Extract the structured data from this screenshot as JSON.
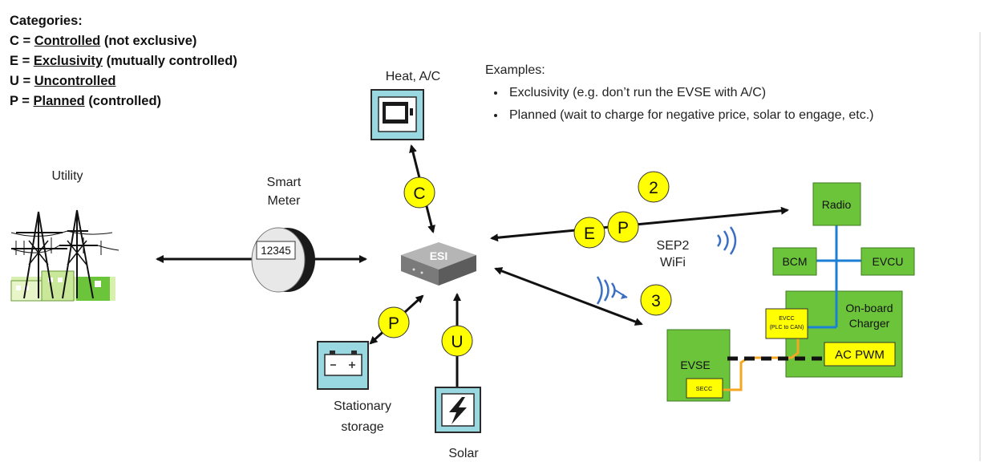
{
  "legend": {
    "title": "Categories:",
    "items": [
      {
        "letter": "C =",
        "term": "Controlled",
        "note": "(not exclusive)"
      },
      {
        "letter": "E =",
        "term": "Exclusivity",
        "note": "(mutually controlled)"
      },
      {
        "letter": "U =",
        "term": "Uncontrolled",
        "note": ""
      },
      {
        "letter": "P =",
        "term": "Planned",
        "note": "(controlled)"
      }
    ]
  },
  "examples": {
    "title": "Examples:",
    "items": [
      "Exclusivity (e.g. don’t run the EVSE with A/C)",
      "Planned (wait to charge for negative price, solar to engage, etc.)"
    ]
  },
  "nodes": {
    "utility": "Utility",
    "meter_line1": "Smart",
    "meter_line2": "Meter",
    "meter_display": "12345",
    "esi": "ESI",
    "heat": "Heat, A/C",
    "storage_line1": "Stationary",
    "storage_line2": "storage",
    "solar": "Solar",
    "sep2_line1": "SEP2",
    "sep2_line2": "WiFi"
  },
  "badges": {
    "c": "C",
    "e": "E",
    "p_wifi": "P",
    "p_storage": "P",
    "u": "U",
    "n2": "2",
    "n3": "3"
  },
  "vehicle": {
    "radio": "Radio",
    "bcm": "BCM",
    "evcu": "EVCU",
    "charger_line1": "On-board",
    "charger_line2": "Charger",
    "evcc_line1": "EVCC",
    "evcc_line2": "(PLC to CAN)",
    "acpwm": "AC PWM",
    "evse": "EVSE",
    "secc": "SECC"
  },
  "colors": {
    "badge": "#ffff00",
    "green": "#6cc43b",
    "box_yellow": "#ffff00",
    "bus_blue": "#1c7fd6",
    "wire_orange": "#f5a623",
    "signal_blue": "#3a6fc4"
  }
}
